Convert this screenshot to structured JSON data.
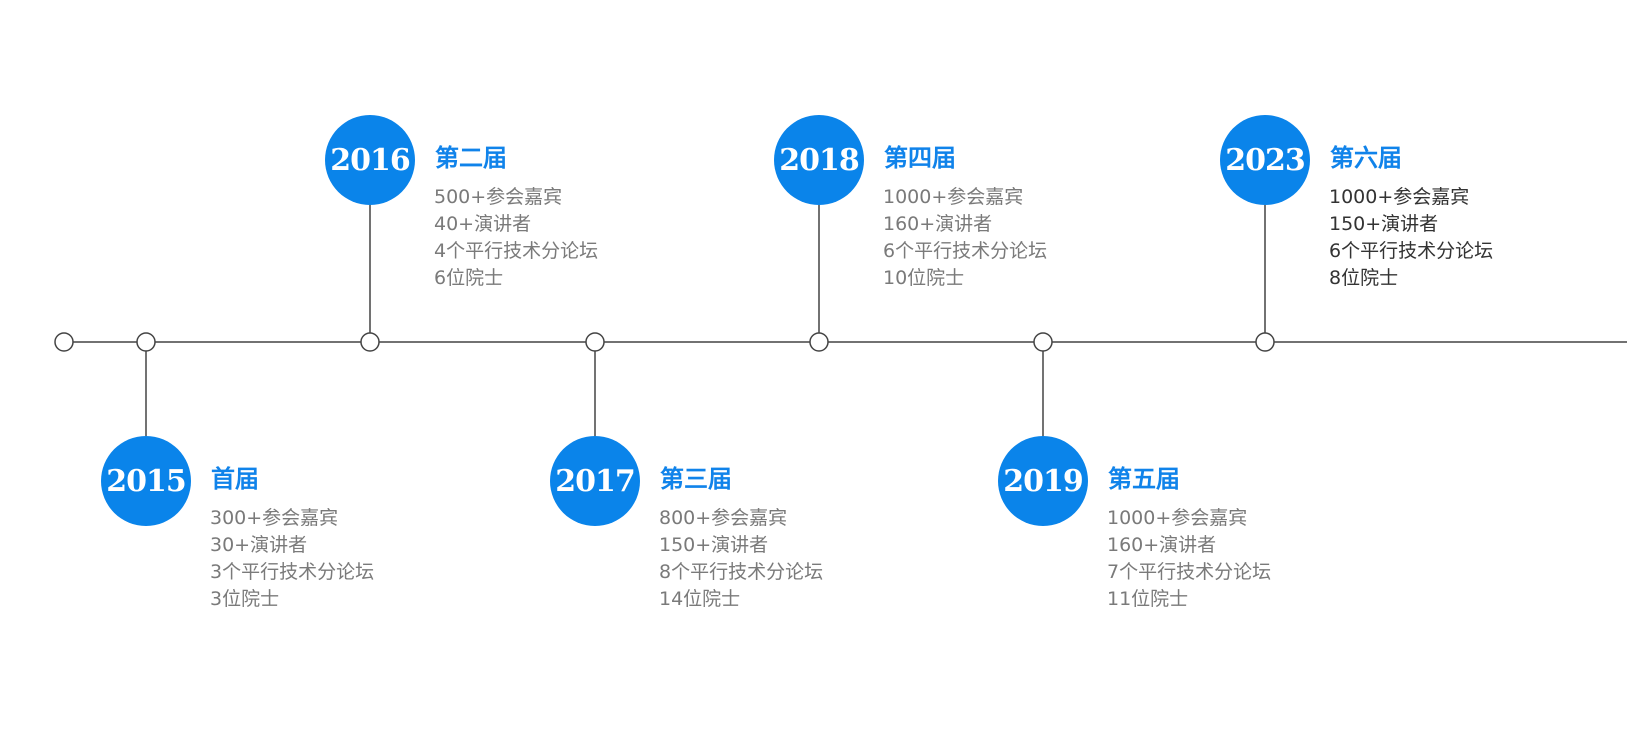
{
  "colors": {
    "accent": "#0a84ea",
    "line": "#444444",
    "text_muted": "#7a7a7a",
    "text_dark": "#333333"
  },
  "events": [
    {
      "year": "2015",
      "edition": "首届",
      "position": "below",
      "stats": [
        "300+参会嘉宾",
        "30+演讲者",
        "3个平行技术分论坛",
        "3位院士"
      ]
    },
    {
      "year": "2016",
      "edition": "第二届",
      "position": "above",
      "stats": [
        "500+参会嘉宾",
        "40+演讲者",
        "4个平行技术分论坛",
        "6位院士"
      ]
    },
    {
      "year": "2017",
      "edition": "第三届",
      "position": "below",
      "stats": [
        "800+参会嘉宾",
        "150+演讲者",
        "8个平行技术分论坛",
        "14位院士"
      ]
    },
    {
      "year": "2018",
      "edition": "第四届",
      "position": "above",
      "stats": [
        "1000+参会嘉宾",
        "160+演讲者",
        "6个平行技术分论坛",
        "10位院士"
      ]
    },
    {
      "year": "2019",
      "edition": "第五届",
      "position": "below",
      "stats": [
        "1000+参会嘉宾",
        "160+演讲者",
        "7个平行技术分论坛",
        "11位院士"
      ]
    },
    {
      "year": "2023",
      "edition": "第六届",
      "position": "above",
      "stats": [
        "1000+参会嘉宾",
        "150+演讲者",
        "6个平行技术分论坛",
        "8位院士"
      ]
    }
  ]
}
